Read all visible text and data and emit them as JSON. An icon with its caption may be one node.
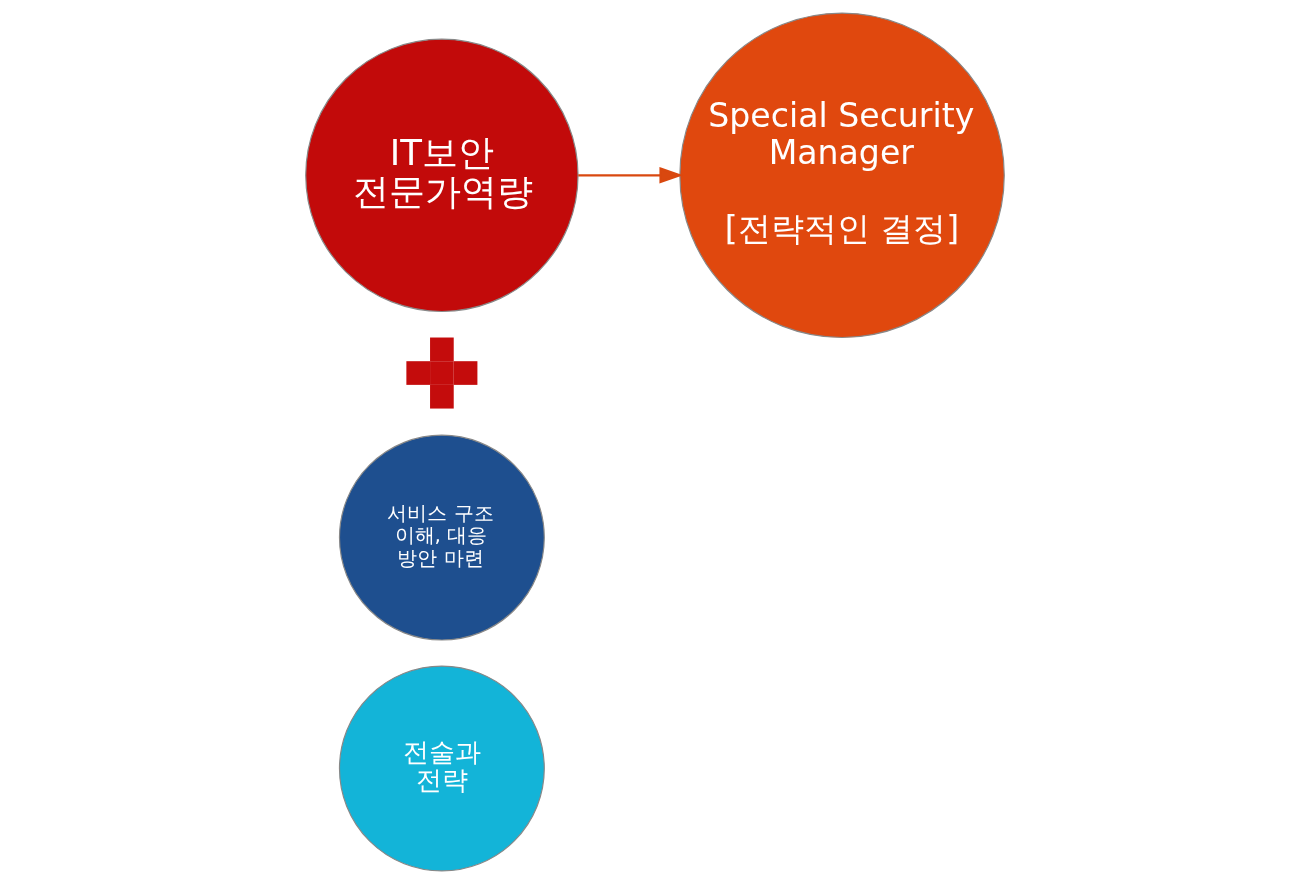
{
  "diagram": {
    "nodes": [
      {
        "text": [
          "IT보안 전문가역량"
        ]
      },
      {
        "text": [
          "Special Security Manager",
          "[전략적인 결정]"
        ]
      },
      {
        "text": [
          "서비스 구조 이해, 대응 방안 마련"
        ]
      },
      {
        "text": [
          "전술과 전략"
        ]
      },
      {
        "text": [],
        "shape": "cross"
      }
    ],
    "edges": [
      {
        "from": 0,
        "to": 1,
        "arrow": "to"
      }
    ]
  }
}
